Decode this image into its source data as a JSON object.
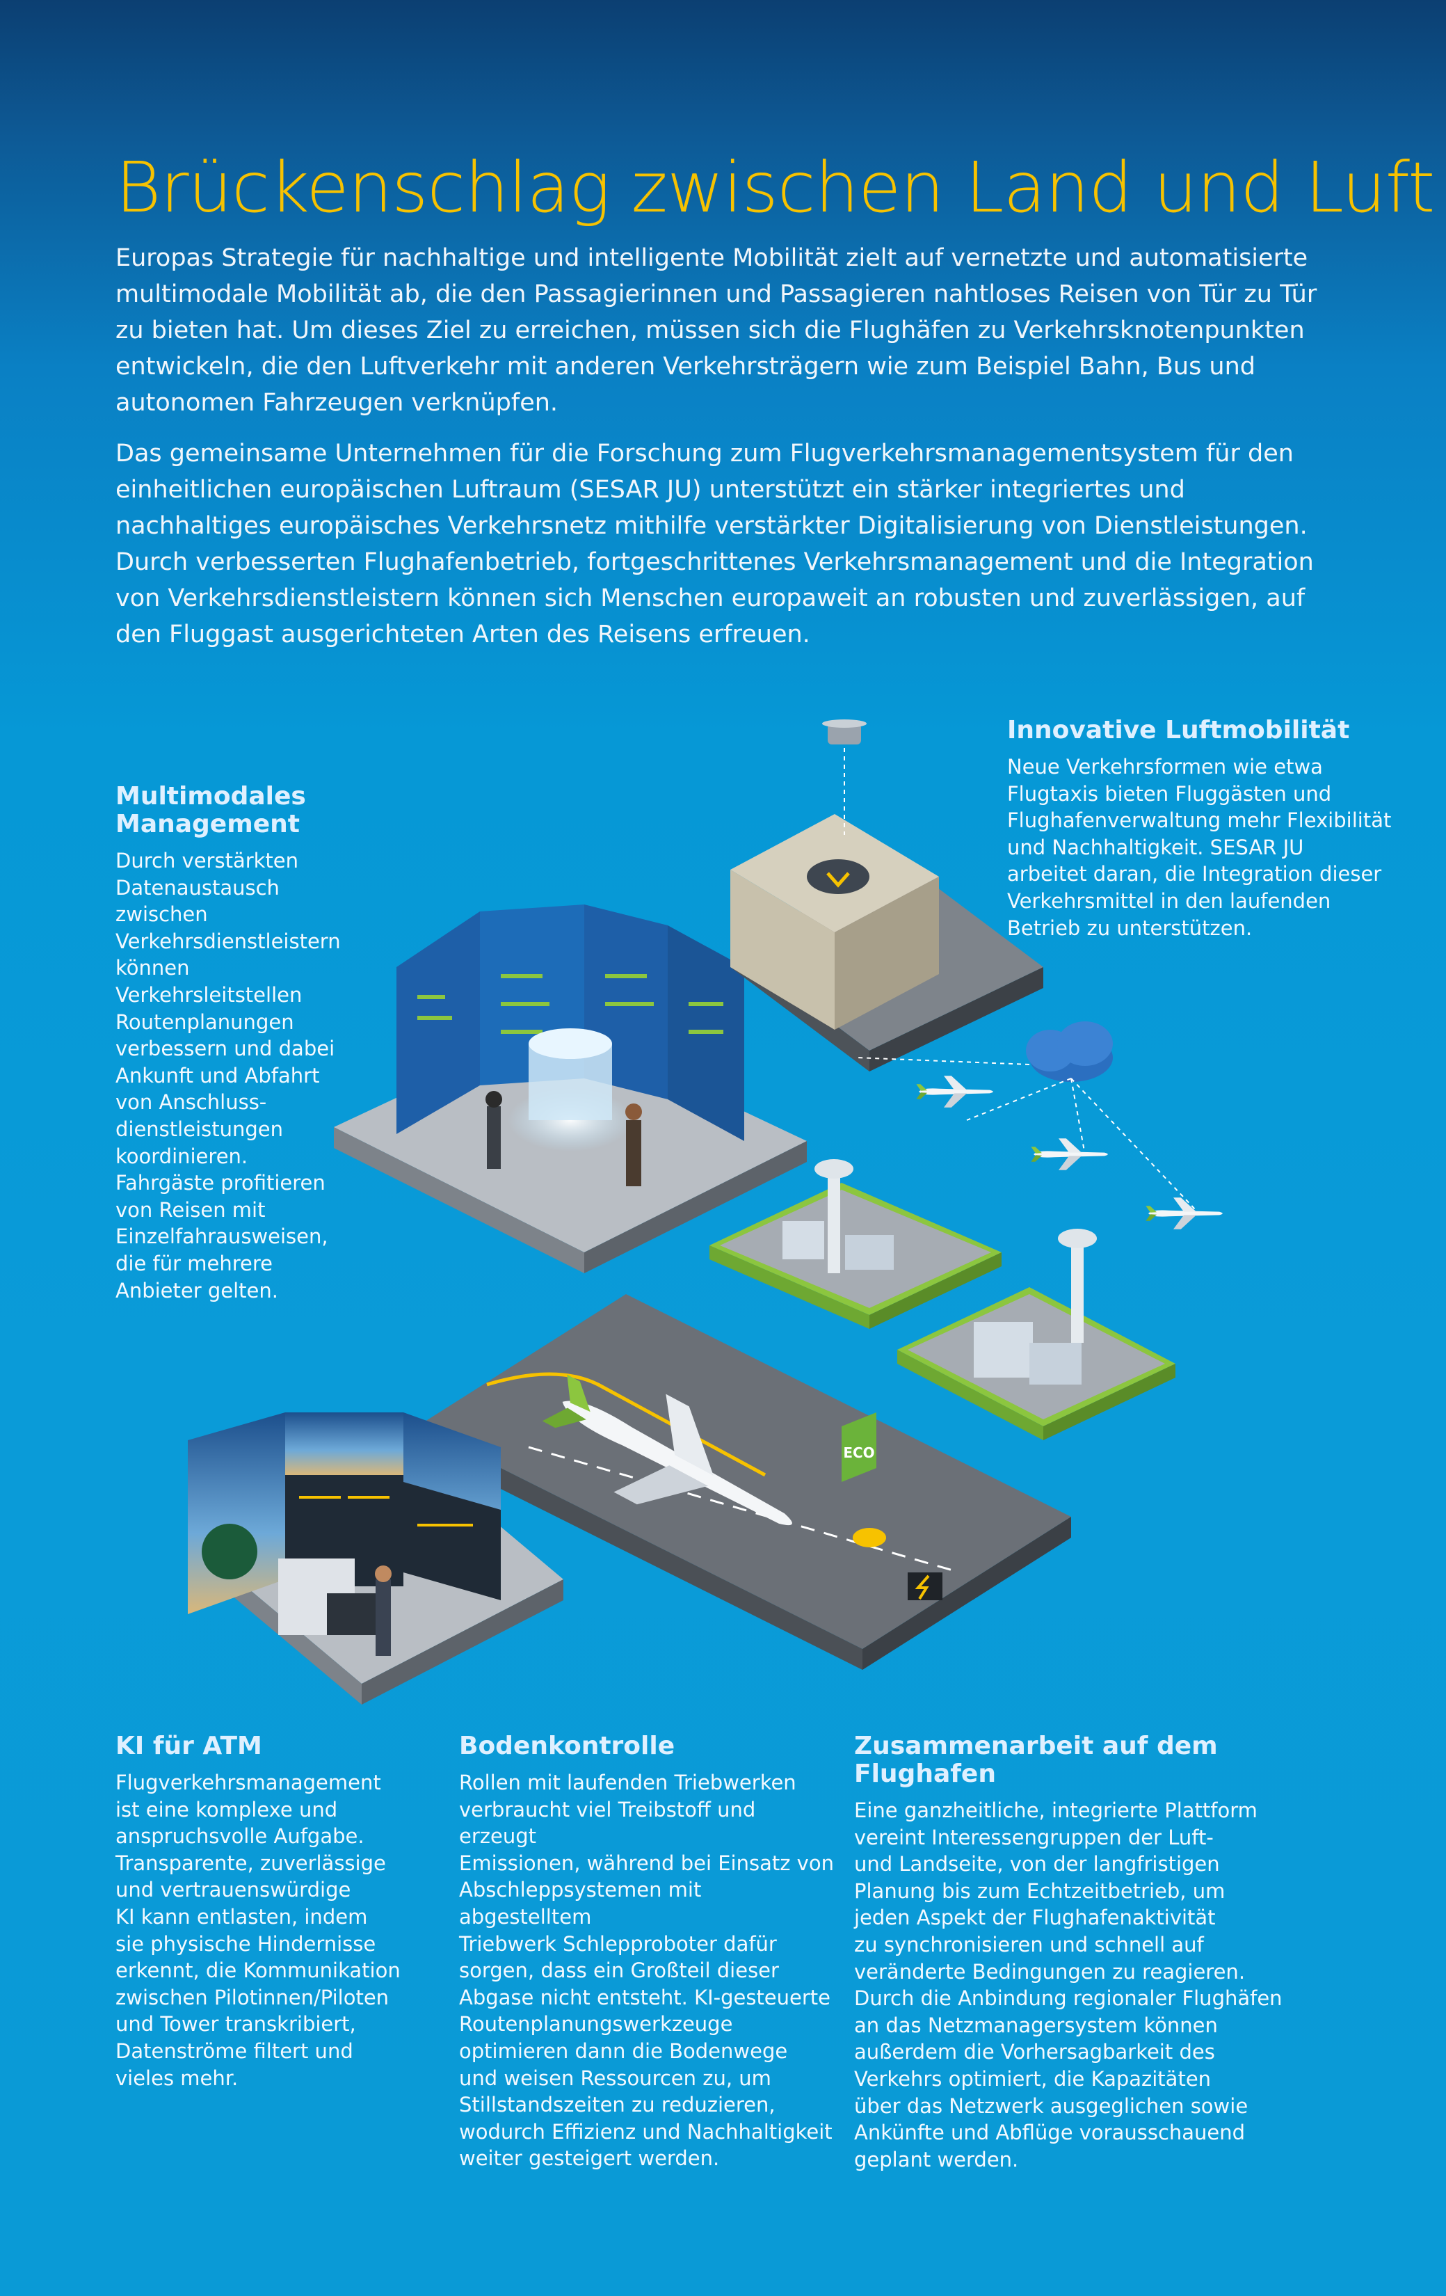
{
  "title": "Brückenschlag zwischen Land und Luft",
  "intro": {
    "p1": "Europas Strategie für nachhaltige und intelligente Mobilität zielt auf vernetzte und automatisierte multimodale Mobilität ab, die den Passagierinnen und Passagieren nahtloses Reisen von Tür zu Tür zu bieten hat. Um dieses Ziel zu erreichen, müssen sich die Flughäfen zu Verkehrsknotenpunkten entwickeln, die den Luftverkehr mit anderen Verkehrsträgern wie zum Beispiel Bahn, Bus und autonomen Fahrzeugen verknüpfen.",
    "p2": "Das gemeinsame Unternehmen für die Forschung zum Flugverkehrsmanagementsystem für den einheitlichen europäischen Luftraum (SESAR JU) unterstützt ein stärker integriertes und nachhaltiges europäisches Verkehrsnetz mithilfe verstärkter Digitalisierung von Dienstleistungen. Durch verbesserten Flughafenbetrieb, fortgeschrittenes Verkehrsmanagement  und die Integration von Verkehrsdienstleistern können sich Menschen europaweit an robusten und zuverlässigen, auf den Fluggast ausgerichteten Arten des Reisens erfreuen."
  },
  "sections": {
    "multimodal": {
      "title": "Multimodales\nManagement",
      "text": "Durch verstärkten\nDatenaustausch\nzwischen\nVerkehrsdienstleistern\nkönnen\nVerkehrsleitstellen\nRoutenplanungen\nverbessern und dabei\nAnkunft und Abfahrt\nvon Anschluss-\ndienstleistungen\nkoordinieren.\nFahrgäste profitieren\nvon Reisen mit\nEinzelfahrausweisen,\ndie für mehrere\nAnbieter gelten."
    },
    "luftmobilitaet": {
      "title": "Innovative Luftmobilität",
      "text": "Neue Verkehrsformen wie etwa\nFlugtaxis bieten Fluggästen und\nFlughafenverwaltung mehr Flexibilität\nund Nachhaltigkeit. SESAR JU\narbeitet daran, die Integration dieser\nVerkehrsmittel in den laufenden\nBetrieb zu unterstützen."
    },
    "ki": {
      "title": "KI für ATM",
      "text": "Flugverkehrsmanagement\nist eine komplexe und\nanspruchsvolle Aufgabe.\nTransparente, zuverlässige\nund vertrauenswürdige\nKI kann entlasten, indem\nsie physische Hindernisse\nerkennt, die Kommunikation\nzwischen Pilotinnen/Piloten\nund Tower transkribiert,\nDatenströme filtert und\nvieles mehr."
    },
    "boden": {
      "title": "Bodenkontrolle",
      "text": "Rollen mit laufenden Triebwerken\nverbraucht viel Treibstoff und erzeugt\nEmissionen, während bei Einsatz von\nAbschleppsystemen mit abgestelltem\nTriebwerk Schlepproboter dafür\nsorgen, dass ein Großteil dieser\nAbgase nicht entsteht. KI-gesteuerte\nRoutenplanungswerkzeuge\noptimieren dann die Bodenwege\nund weisen Ressourcen zu, um\nStillstandszeiten zu reduzieren,\nwodurch Effizienz und Nachhaltigkeit\nweiter gesteigert werden."
    },
    "zusammenarbeit": {
      "title": "Zusammenarbeit auf dem\nFlughafen",
      "text": "Eine ganzheitliche, integrierte Plattform\nvereint Interessengruppen der Luft-\nund Landseite, von der langfristigen\nPlanung bis zum Echtzeitbetrieb, um\njeden Aspekt der Flughafenaktivität\nzu synchronisieren und schnell auf\nveränderte Bedingungen zu reagieren.\nDurch die Anbindung regionaler Flughäfen\nan das Netzmanagersystem können\naußerdem die Vorhersagbarkeit des\nVerkehrs optimiert, die Kapazitäten\nüber das Netzwerk ausgeglichen sowie\nAnkünfte und Abflüge vorausschauend\ngeplant werden."
    }
  },
  "illustration": {
    "eco_badge": "ECO",
    "colors": {
      "title": "#f7c200",
      "platform": "#b7bcc2",
      "platform_side": "#6f757c",
      "grass": "#8cc63f",
      "screen": "#1e5fa8",
      "plane": "#f4f6f8",
      "eco_green": "#6bb33a"
    }
  }
}
